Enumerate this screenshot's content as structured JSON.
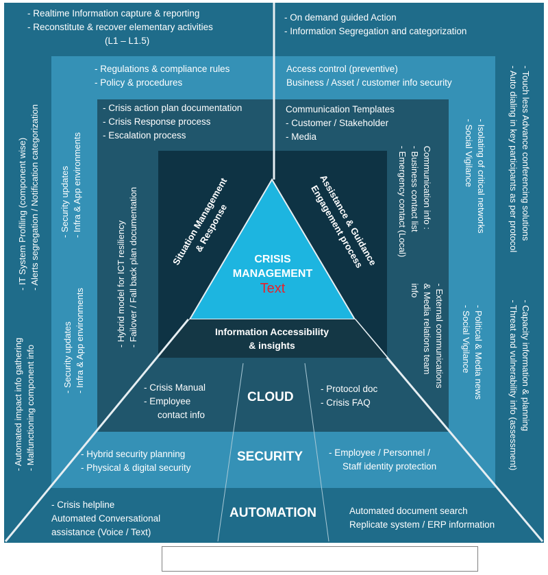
{
  "colors": {
    "outer_band": "#1f6c8a",
    "second_band": "#3591b6",
    "third_band": "#20566c",
    "inner_square": "#0e3344",
    "triangle_fill": "#1db5e0",
    "triangle_base": "#143745",
    "text_red": "#e8202a",
    "lines": "#e6eef2"
  },
  "outer": {
    "top_left": [
      "-   Realtime Information capture & reporting",
      "-   Reconstitute & recover elementary activities",
      "(L1 – L1.5)"
    ],
    "top_right": [
      "-   On demand guided Action",
      "-   Information Segregation and categorization"
    ],
    "left_upper": [
      "-   IT System Profiling (component wise)",
      "-   Alerts segregation / Notification categorization"
    ],
    "left_lower": [
      "-   Automated impact info gathering",
      "-   Malfunctioning component info"
    ],
    "right_upper": [
      "-   Touch less Advance conferencing solutions",
      "-   Auto dialing in key participants as per protocol"
    ],
    "right_lower": [
      "-   Capacity information & planning",
      "-   Threat and vulnerability info (assessment)"
    ],
    "bottom_left": [
      "-   Crisis helpline",
      "Automated Conversational",
      "assistance (Voice / Text)"
    ],
    "bottom_right": [
      "Automated document search",
      "Replicate system / ERP information"
    ],
    "label": "AUTOMATION"
  },
  "second": {
    "top_left": [
      "-   Regulations & compliance rules",
      "-   Policy & procedures"
    ],
    "top_right": [
      "Access control (preventive)",
      "Business / Asset / customer info security"
    ],
    "left_upper": [
      "-   Security updates",
      "-   Infra & App environments"
    ],
    "left_lower": [
      "-   Security updates",
      "-   Infra & App environments"
    ],
    "right_upper": [
      "-   Isolating of critical networks",
      "-   Social Vigilance"
    ],
    "right_lower": [
      "-   Political & Media news",
      "-   Social Vigilance"
    ],
    "bottom_left": [
      "-   Hybrid security planning",
      "-   Physical & digital security"
    ],
    "bottom_right": [
      "-   Employee / Personnel /",
      "Staff identity protection"
    ],
    "label": "SECURITY"
  },
  "third": {
    "top_left": [
      "-   Crisis action plan documentation",
      "-   Crisis Response process",
      "-   Escalation process"
    ],
    "top_right": [
      "Communication Templates",
      "-    Customer  / Stakeholder",
      "-    Media"
    ],
    "left": [
      "-   Hybrid model  for ICT resiliency",
      "-   Failover / Fall back plan documentation"
    ],
    "right_upper": [
      "Communication info :",
      "-   Business contact list",
      "-   Emergency contact (Local)"
    ],
    "right_lower": [
      "-   External communications",
      "& Media relations team",
      "info"
    ],
    "bottom_left": [
      "-   Crisis Manual",
      "-   Employee",
      "contact info"
    ],
    "bottom_right": [
      "-   Protocol doc",
      "-   Crisis FAQ"
    ],
    "label": "CLOUD"
  },
  "inner": {
    "left_side": [
      "Situation Management",
      "& Response"
    ],
    "right_side": [
      "Assistance & Guidance",
      "Engagement process"
    ],
    "bottom": [
      "Information Accessibility",
      "& insights"
    ],
    "center_line1": "CRISIS",
    "center_line2": "MANAGEMENT",
    "center_text": "Text"
  },
  "caption": ""
}
